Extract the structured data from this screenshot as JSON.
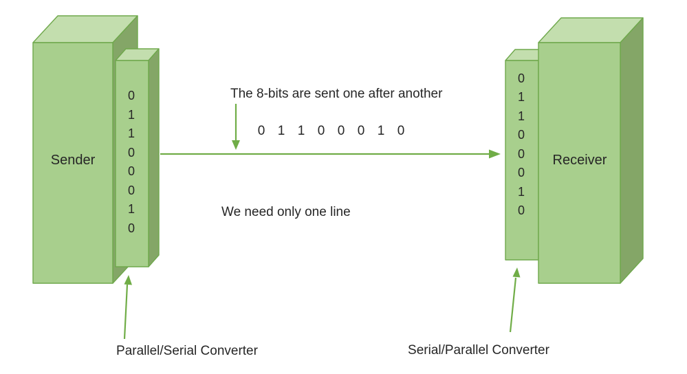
{
  "diagram": {
    "sender": {
      "label": "Sender",
      "converter": {
        "bits": [
          "0",
          "1",
          "1",
          "0",
          "0",
          "0",
          "1",
          "0"
        ],
        "caption": "Parallel/Serial Converter"
      }
    },
    "receiver": {
      "label": "Receiver",
      "converter": {
        "bits": [
          "0",
          "1",
          "1",
          "0",
          "0",
          "0",
          "1",
          "0"
        ],
        "caption": "Serial/Parallel Converter"
      }
    },
    "transmission": {
      "note_top": "The 8-bits are sent one after another",
      "note_bottom": "We need only one line",
      "serial_bits": [
        "0",
        "1",
        "1",
        "0",
        "0",
        "0",
        "1",
        "0"
      ]
    },
    "colors": {
      "box_front": "#a8cf8d",
      "box_top": "#c3deae",
      "box_side": "#84a667",
      "outline": "#6fa84c",
      "arrow": "#70ad47",
      "text": "#262626"
    }
  }
}
